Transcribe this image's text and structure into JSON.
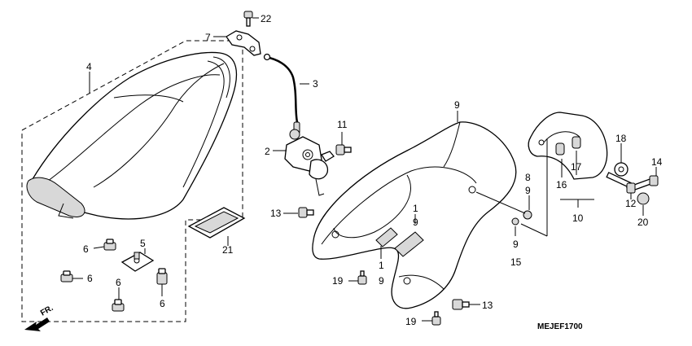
{
  "diagram": {
    "code": "MEJEF1700",
    "direction_label": "FR.",
    "callouts": [
      {
        "id": "c22",
        "text": "22"
      },
      {
        "id": "c7",
        "text": "7"
      },
      {
        "id": "c3",
        "text": "3"
      },
      {
        "id": "c4",
        "text": "4"
      },
      {
        "id": "c11",
        "text": "11"
      },
      {
        "id": "c2",
        "text": "2"
      },
      {
        "id": "c9a",
        "text": "9"
      },
      {
        "id": "c18",
        "text": "18"
      },
      {
        "id": "c14",
        "text": "14"
      },
      {
        "id": "c8",
        "text": "8"
      },
      {
        "id": "c9b",
        "text": "9"
      },
      {
        "id": "c16",
        "text": "16"
      },
      {
        "id": "c17",
        "text": "17"
      },
      {
        "id": "c12",
        "text": "12"
      },
      {
        "id": "c10",
        "text": "10"
      },
      {
        "id": "c20",
        "text": "20"
      },
      {
        "id": "c13a",
        "text": "13"
      },
      {
        "id": "c1a",
        "text": "1"
      },
      {
        "id": "c9c",
        "text": "9"
      },
      {
        "id": "c9d",
        "text": "9"
      },
      {
        "id": "c15",
        "text": "15"
      },
      {
        "id": "c5",
        "text": "5"
      },
      {
        "id": "c21",
        "text": "21"
      },
      {
        "id": "c6a",
        "text": "6"
      },
      {
        "id": "c6b",
        "text": "6"
      },
      {
        "id": "c6c",
        "text": "6"
      },
      {
        "id": "c6d",
        "text": "6"
      },
      {
        "id": "c1b",
        "text": "1"
      },
      {
        "id": "c9e",
        "text": "9"
      },
      {
        "id": "c19a",
        "text": "19"
      },
      {
        "id": "c13b",
        "text": "13"
      },
      {
        "id": "c19b",
        "text": "19"
      }
    ]
  }
}
